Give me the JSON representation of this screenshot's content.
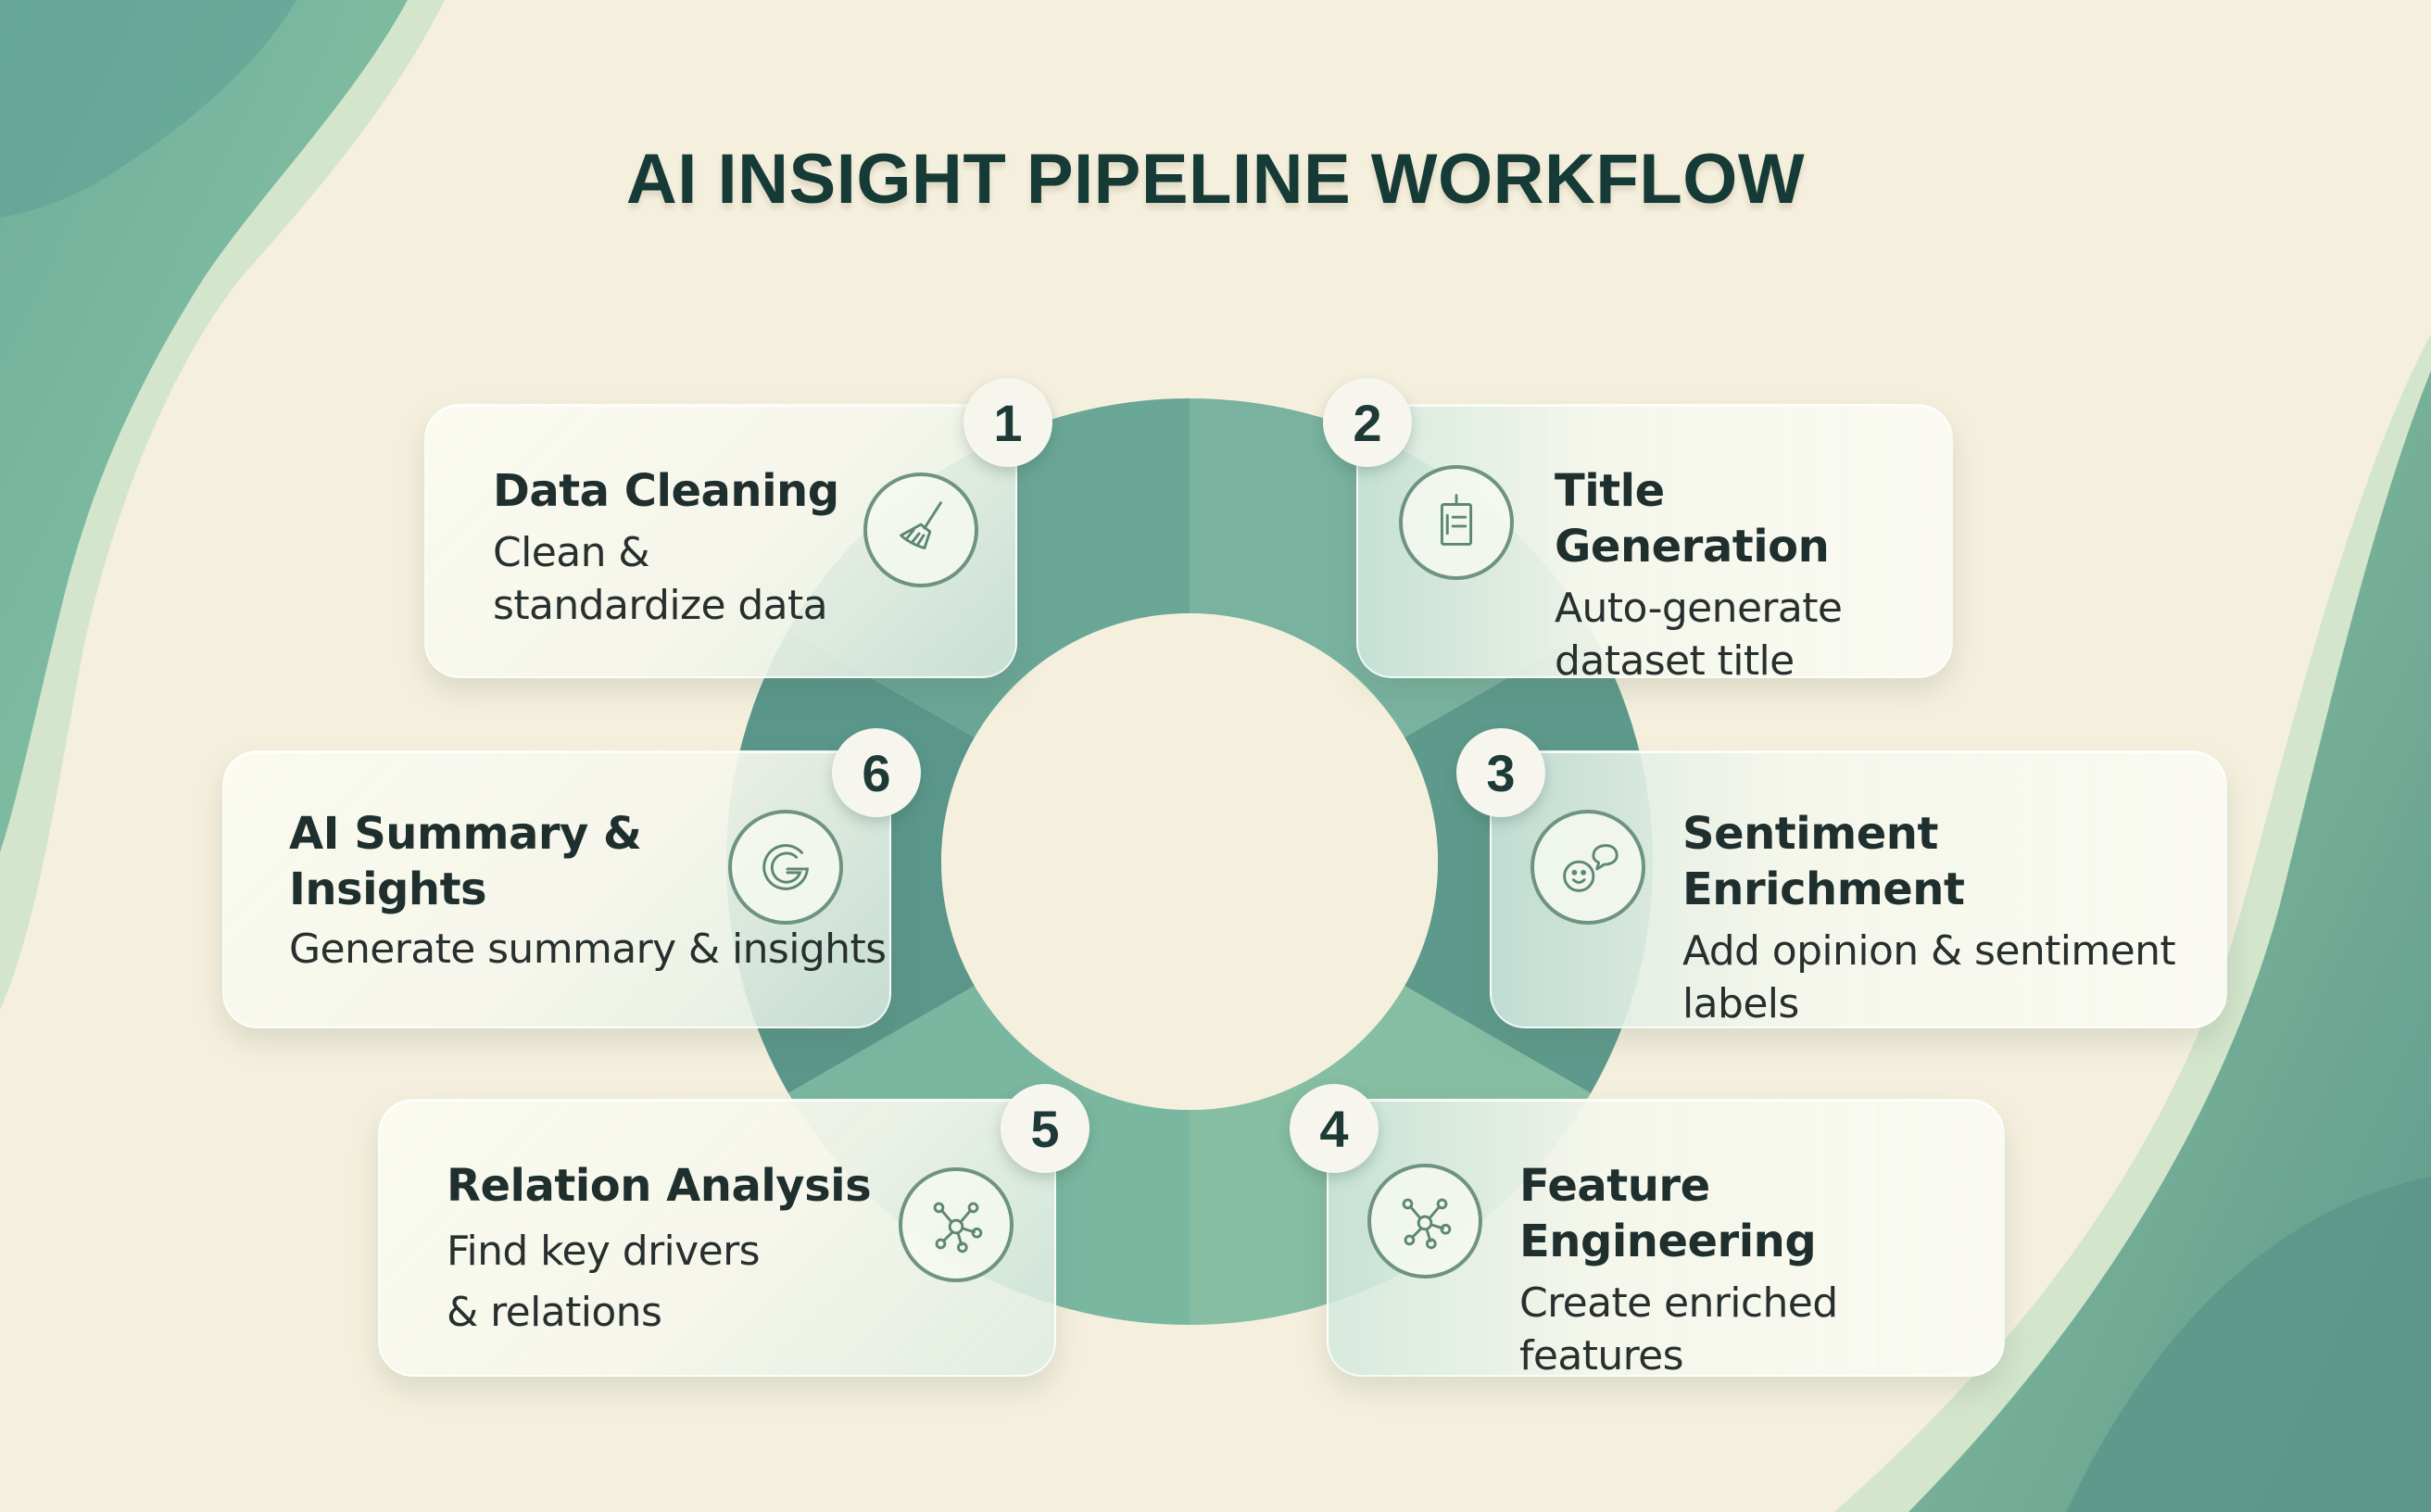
{
  "title": "AI INSIGHT PIPELINE WORKFLOW",
  "colors": {
    "background": "#f5f0dd",
    "accent_dark": "#4f8c80",
    "accent_mid": "#6fa997",
    "accent_light": "#8cc4a6",
    "title_text": "#163a36"
  },
  "steps": [
    {
      "number": "1",
      "heading": "Data Cleaning",
      "description": "Clean &\nstandardize data",
      "icon": "broom-icon"
    },
    {
      "number": "2",
      "heading": "Title Generation",
      "description": "Auto-generate\ndataset title",
      "icon": "document-title-icon"
    },
    {
      "number": "3",
      "heading": "Sentiment Enrichment",
      "description": "Add opinion & sentiment\nlabels",
      "icon": "smiley-speech-bubble-icon"
    },
    {
      "number": "4",
      "heading": "Feature Engineering",
      "description": "Create enriched\nfeatures",
      "icon": "network-nodes-icon"
    },
    {
      "number": "5",
      "heading": "Relation Analysis",
      "description": "Find key drivers\n& relations",
      "icon": "network-nodes-icon"
    },
    {
      "number": "6",
      "heading": "AI Summary &\nInsights",
      "description": "Generate summary & insights",
      "icon": "g-letter-icon"
    }
  ]
}
